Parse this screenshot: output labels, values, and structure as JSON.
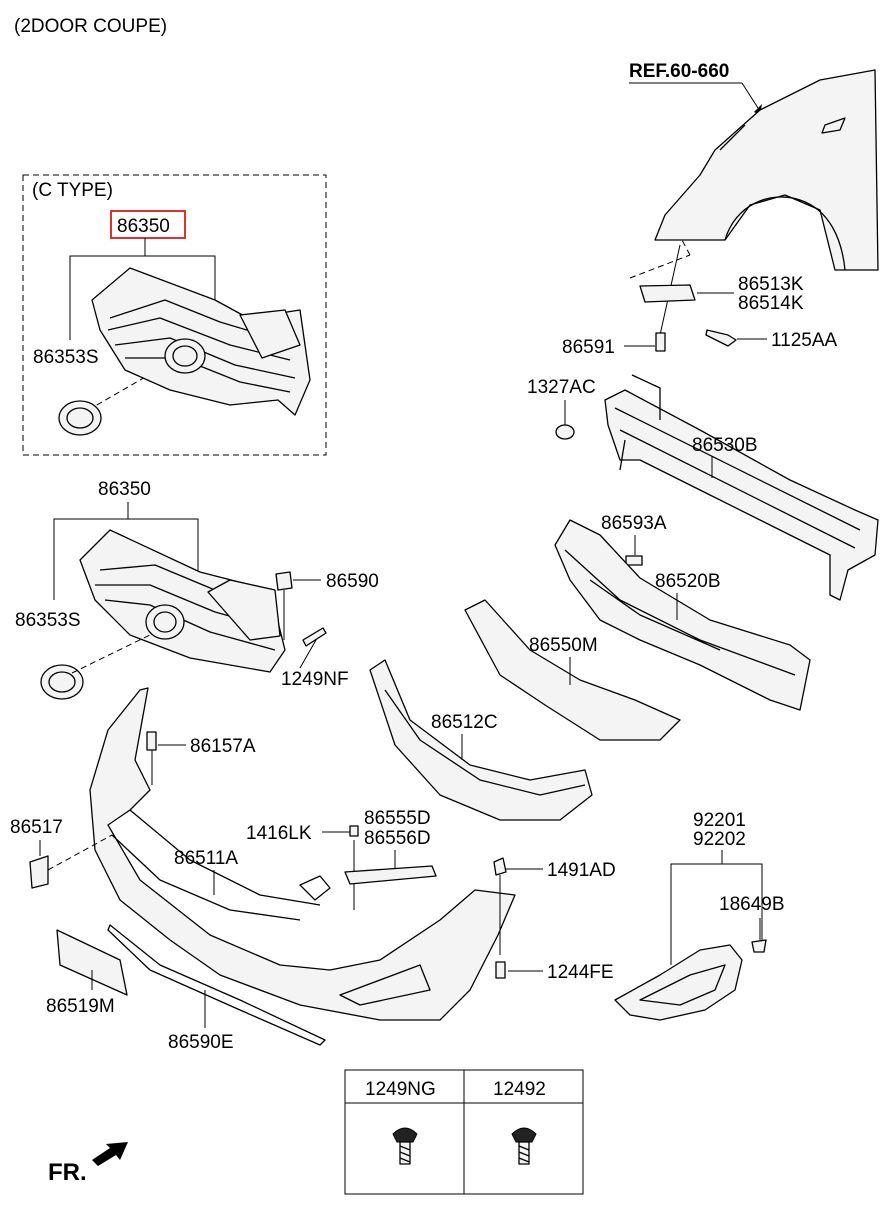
{
  "header": {
    "variant": "(2DOOR COUPE)"
  },
  "ctype_box": {
    "title": "(C TYPE)",
    "highlight_color": "#e03030"
  },
  "labels": {
    "ref": "REF.60-660",
    "p86350_c": "86350",
    "p86353S_c": "86353S",
    "p86513K": "86513K",
    "p86514K": "86514K",
    "p86591": "86591",
    "p1125AA": "1125AA",
    "p1327AC": "1327AC",
    "p86530B": "86530B",
    "p86350": "86350",
    "p86593A": "86593A",
    "p86590": "86590",
    "p86520B": "86520B",
    "p86353S": "86353S",
    "p86550M": "86550M",
    "p1249NF": "1249NF",
    "p86512C": "86512C",
    "p86157A": "86157A",
    "p92201": "92201",
    "p92202": "92202",
    "p86517": "86517",
    "p1416LK": "1416LK",
    "p86555D": "86555D",
    "p86556D": "86556D",
    "p86511A": "86511A",
    "p1491AD": "1491AD",
    "p18649B": "18649B",
    "p1244FE": "1244FE",
    "p86519M": "86519M",
    "p86590E": "86590E",
    "front": "FR."
  },
  "fastener_table": {
    "col1": "1249NG",
    "col2": "12492"
  }
}
